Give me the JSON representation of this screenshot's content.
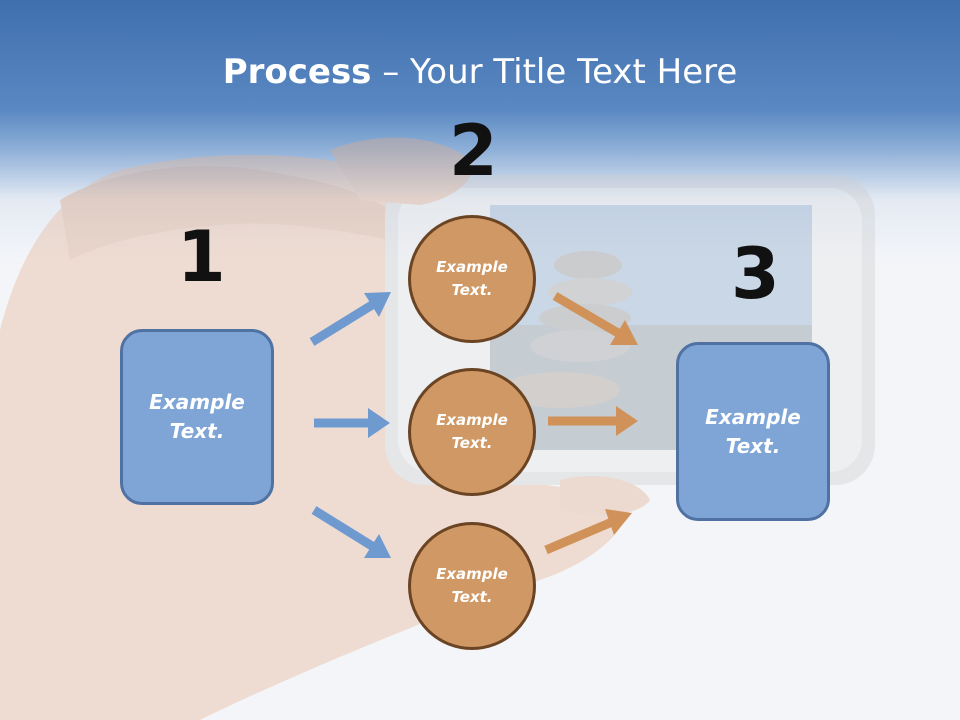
{
  "title": {
    "bold": "Process",
    "rest": " – Your Title Text Here"
  },
  "steps": {
    "one": "1",
    "two": "2",
    "three": "3"
  },
  "box_left": {
    "line1": "Example",
    "line2": "Text."
  },
  "box_right": {
    "line1": "Example",
    "line2": "Text."
  },
  "circles": [
    {
      "line1": "Example",
      "line2": "Text."
    },
    {
      "line1": "Example",
      "line2": "Text."
    },
    {
      "line1": "Example",
      "line2": "Text."
    }
  ],
  "colors": {
    "header_blue": "#4a7bbd",
    "box_fill": "#7ea5d6",
    "box_border": "#4f72a2",
    "circle_fill": "#cf9864",
    "circle_border": "#6b4423",
    "arrow_blue": "#6f9ad0",
    "arrow_orange": "#d09258"
  }
}
